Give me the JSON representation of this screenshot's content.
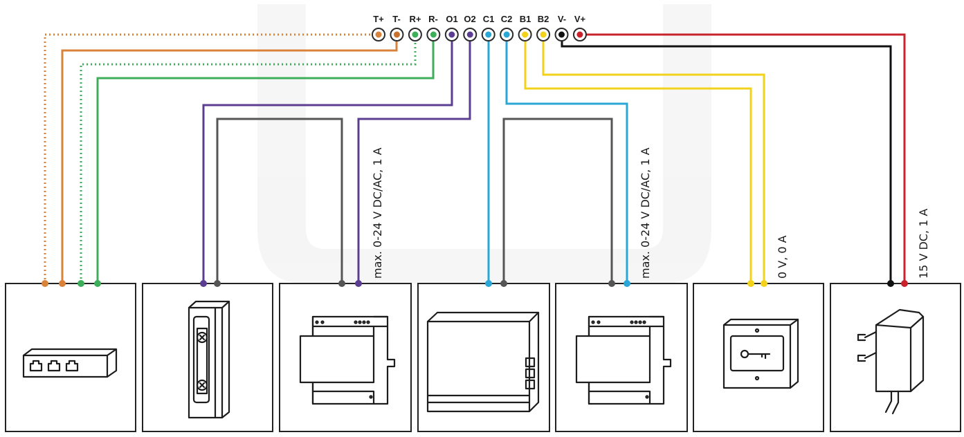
{
  "terminals": [
    {
      "id": "t_plus",
      "label": "T+",
      "color": "#d9823a"
    },
    {
      "id": "t_minus",
      "label": "T-",
      "color": "#c8702e"
    },
    {
      "id": "r_plus",
      "label": "R+",
      "color": "#3fae5b"
    },
    {
      "id": "r_minus",
      "label": "R-",
      "color": "#3fae5b"
    },
    {
      "id": "o1",
      "label": "O1",
      "color": "#5b3d91"
    },
    {
      "id": "o2",
      "label": "O2",
      "color": "#5b3d91"
    },
    {
      "id": "c1",
      "label": "C1",
      "color": "#2aa7d6"
    },
    {
      "id": "c2",
      "label": "C2",
      "color": "#2aa7d6"
    },
    {
      "id": "b1",
      "label": "B1",
      "color": "#f2d21b"
    },
    {
      "id": "b2",
      "label": "B2",
      "color": "#f2d21b"
    },
    {
      "id": "v_minus",
      "label": "V-",
      "color": "#111111"
    },
    {
      "id": "v_plus",
      "label": "V+",
      "color": "#c8232c"
    }
  ],
  "wire_colors": {
    "tx": "#d9823a",
    "rx": "#3fae5b",
    "out": "#5b3d91",
    "com": "#2aa7d6",
    "button": "#f2d21b",
    "ground": "#111111",
    "supply": "#c8232c",
    "neutral": "#555555"
  },
  "devices": [
    {
      "id": "network-switch",
      "icon": "network-switch-icon"
    },
    {
      "id": "door-strike",
      "icon": "door-strike-icon"
    },
    {
      "id": "din-module-1",
      "icon": "din-module-icon"
    },
    {
      "id": "intercom-unit",
      "icon": "intercom-unit-icon"
    },
    {
      "id": "din-module-2",
      "icon": "din-module-icon"
    },
    {
      "id": "exit-button",
      "icon": "exit-button-icon"
    },
    {
      "id": "power-adapter",
      "icon": "power-adapter-icon"
    }
  ],
  "annotations": {
    "out1_rating": "max. 0-24 V DC/AC, 1 A",
    "out2_rating": "max. 0-24 V DC/AC, 1 A",
    "button_rating": "0 V, 0 A",
    "supply_rating": "15 V DC, 1 A"
  }
}
